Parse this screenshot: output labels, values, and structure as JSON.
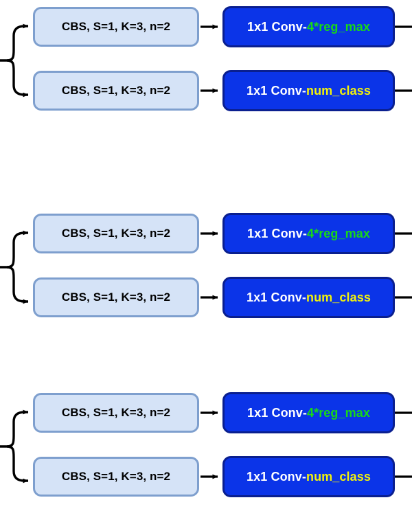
{
  "diagram": {
    "type": "neural-network-detect-head",
    "background_color": "#ffffff",
    "colors": {
      "cbs_fill": "#d5e3f7",
      "cbs_border": "#7e9fce",
      "cbs_text": "#000000",
      "conv_fill": "#0b34e8",
      "conv_border": "#0a1f8f",
      "conv_text": "#ffffff",
      "accent_green": "#18d818",
      "accent_yellow": "#f2f20a",
      "edge_color": "#000000"
    },
    "groups": [
      {
        "name": "head-branch-1",
        "branches": [
          {
            "name": "regression-branch",
            "cbs_label": "CBS, S=1, K=3, n=2",
            "conv_prefix": "1x1 Conv-",
            "conv_suffix": "4*reg_max",
            "conv_suffix_color": "#18d818"
          },
          {
            "name": "classification-branch",
            "cbs_label": "CBS, S=1, K=3, n=2",
            "conv_prefix": "1x1 Conv-",
            "conv_suffix": "num_class",
            "conv_suffix_color": "#f2f20a"
          }
        ]
      },
      {
        "name": "head-branch-2",
        "branches": [
          {
            "name": "regression-branch",
            "cbs_label": "CBS, S=1, K=3, n=2",
            "conv_prefix": "1x1 Conv-",
            "conv_suffix": "4*reg_max",
            "conv_suffix_color": "#18d818"
          },
          {
            "name": "classification-branch",
            "cbs_label": "CBS, S=1, K=3, n=2",
            "conv_prefix": "1x1 Conv-",
            "conv_suffix": "num_class",
            "conv_suffix_color": "#f2f20a"
          }
        ]
      },
      {
        "name": "head-branch-3",
        "branches": [
          {
            "name": "regression-branch",
            "cbs_label": "CBS, S=1, K=3, n=2",
            "conv_prefix": "1x1 Conv-",
            "conv_suffix": "4*reg_max",
            "conv_suffix_color": "#18d818"
          },
          {
            "name": "classification-branch",
            "cbs_label": "CBS, S=1, K=3, n=2",
            "conv_prefix": "1x1 Conv-",
            "conv_suffix": "num_class",
            "conv_suffix_color": "#f2f20a"
          }
        ]
      }
    ]
  }
}
